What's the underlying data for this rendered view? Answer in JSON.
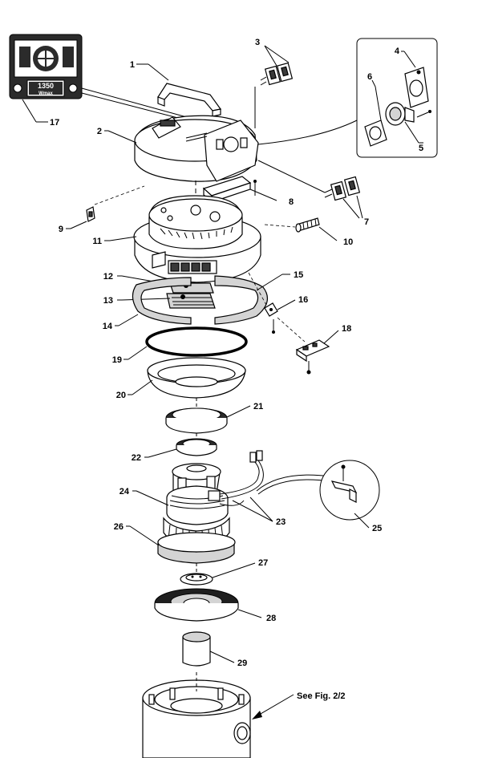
{
  "diagram": {
    "part_labels": {
      "p1": "1",
      "p2": "2",
      "p3": "3",
      "p4": "4",
      "p5": "5",
      "p6": "6",
      "p7": "7",
      "p8": "8",
      "p9": "9",
      "p10": "10",
      "p11": "11",
      "p12": "12",
      "p13": "13",
      "p14": "14",
      "p15": "15",
      "p16": "16",
      "p17": "17",
      "p18": "18",
      "p19": "19",
      "p20": "20",
      "p21": "21",
      "p22": "22",
      "p23": "23",
      "p24": "24",
      "p25": "25",
      "p26": "26",
      "p27": "27",
      "p28": "28",
      "p29": "29"
    },
    "decal": {
      "value": "1350",
      "unit": "Wmax"
    },
    "reference_note": "See Fig. 2/2"
  }
}
